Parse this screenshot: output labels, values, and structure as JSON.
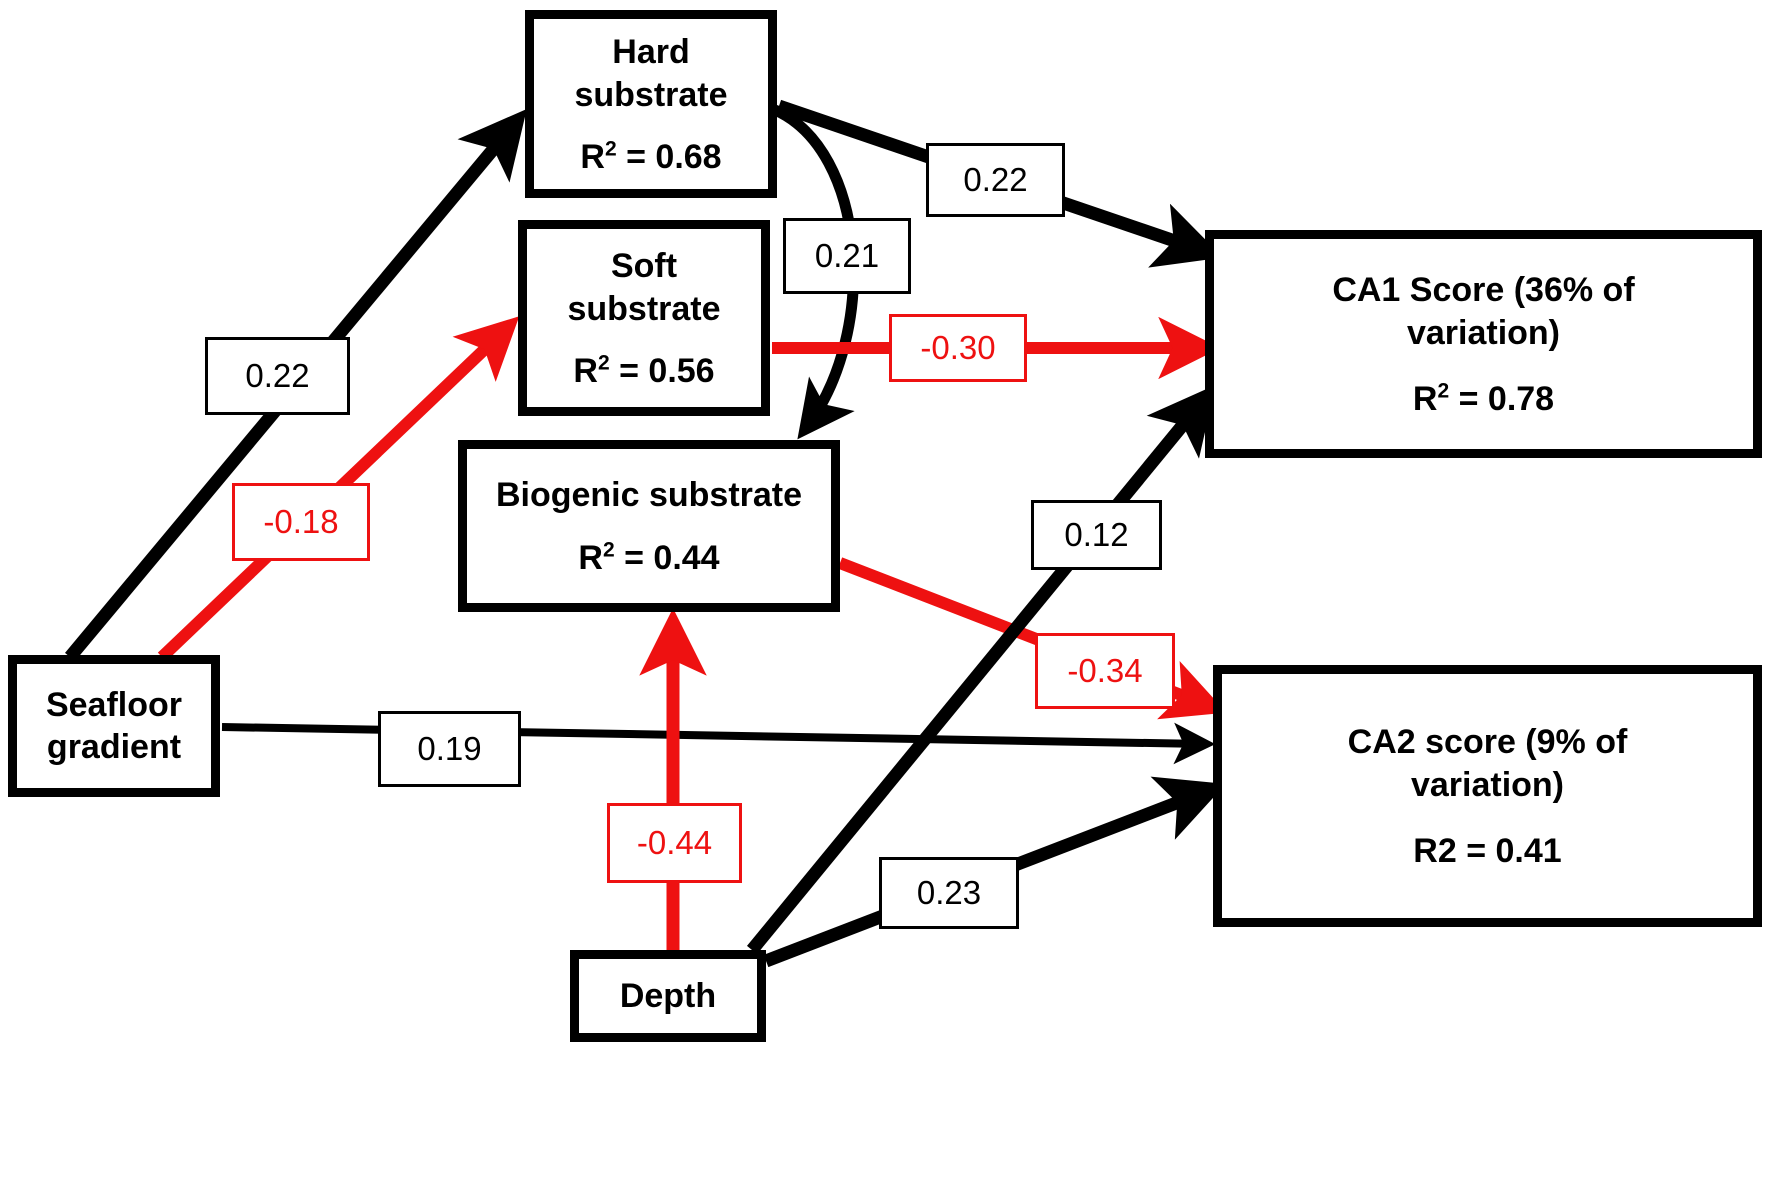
{
  "diagram": {
    "type": "path-diagram",
    "title": "",
    "colors": {
      "positive_path": "#000000",
      "negative_path": "#ee1111",
      "node_border": "#000000",
      "background": "#ffffff"
    },
    "nodes": [
      {
        "id": "hard",
        "label": "Hard\nsubstrate",
        "r2_label": "R",
        "r2_sup": "2",
        "r2_value": " = 0.68",
        "r2_full": "R2 = 0.68"
      },
      {
        "id": "soft",
        "label": "Soft\nsubstrate",
        "r2_label": "R",
        "r2_sup": "2",
        "r2_value": " = 0.56",
        "r2_full": "R2 = 0.56"
      },
      {
        "id": "biogenic",
        "label": "Biogenic substrate",
        "r2_label": "R",
        "r2_sup": "2",
        "r2_value": " = 0.44",
        "r2_full": "R2 = 0.44"
      },
      {
        "id": "ca1",
        "label": "CA1 Score (36% of\nvariation)",
        "r2_label": "R",
        "r2_sup": "2",
        "r2_value": " = 0.78",
        "r2_full": "R2 = 0.78"
      },
      {
        "id": "ca2",
        "label": "CA2 score (9% of\nvariation)",
        "r2_label": "R2 = 0.41",
        "r2_sup": "",
        "r2_value": "",
        "r2_full": "R2 = 0.41"
      },
      {
        "id": "seafloor",
        "label": "Seafloor\ngradient",
        "r2_label": "",
        "r2_sup": "",
        "r2_value": "",
        "r2_full": ""
      },
      {
        "id": "depth",
        "label": "Depth",
        "r2_label": "",
        "r2_sup": "",
        "r2_value": "",
        "r2_full": ""
      }
    ],
    "paths": [
      {
        "id": "sf-hard",
        "from": "seafloor",
        "to": "hard",
        "coefficient": "0.22",
        "sign": "positive"
      },
      {
        "id": "sf-soft",
        "from": "seafloor",
        "to": "soft",
        "coefficient": "-0.18",
        "sign": "negative"
      },
      {
        "id": "sf-ca2",
        "from": "seafloor",
        "to": "ca2",
        "coefficient": "0.19",
        "sign": "positive"
      },
      {
        "id": "hard-ca1",
        "from": "hard",
        "to": "ca1",
        "coefficient": "0.22",
        "sign": "positive"
      },
      {
        "id": "hard-bio",
        "from": "hard",
        "to": "biogenic",
        "coefficient": "0.21",
        "sign": "positive"
      },
      {
        "id": "soft-ca1",
        "from": "soft",
        "to": "ca1",
        "coefficient": "-0.30",
        "sign": "negative"
      },
      {
        "id": "bio-ca2",
        "from": "biogenic",
        "to": "ca2",
        "coefficient": "-0.34",
        "sign": "negative"
      },
      {
        "id": "depth-ca1",
        "from": "depth",
        "to": "ca1",
        "coefficient": "0.12",
        "sign": "positive"
      },
      {
        "id": "depth-bio",
        "from": "depth",
        "to": "biogenic",
        "coefficient": "-0.44",
        "sign": "negative"
      },
      {
        "id": "depth-ca2",
        "from": "depth",
        "to": "ca2",
        "coefficient": "0.23",
        "sign": "positive"
      }
    ]
  }
}
